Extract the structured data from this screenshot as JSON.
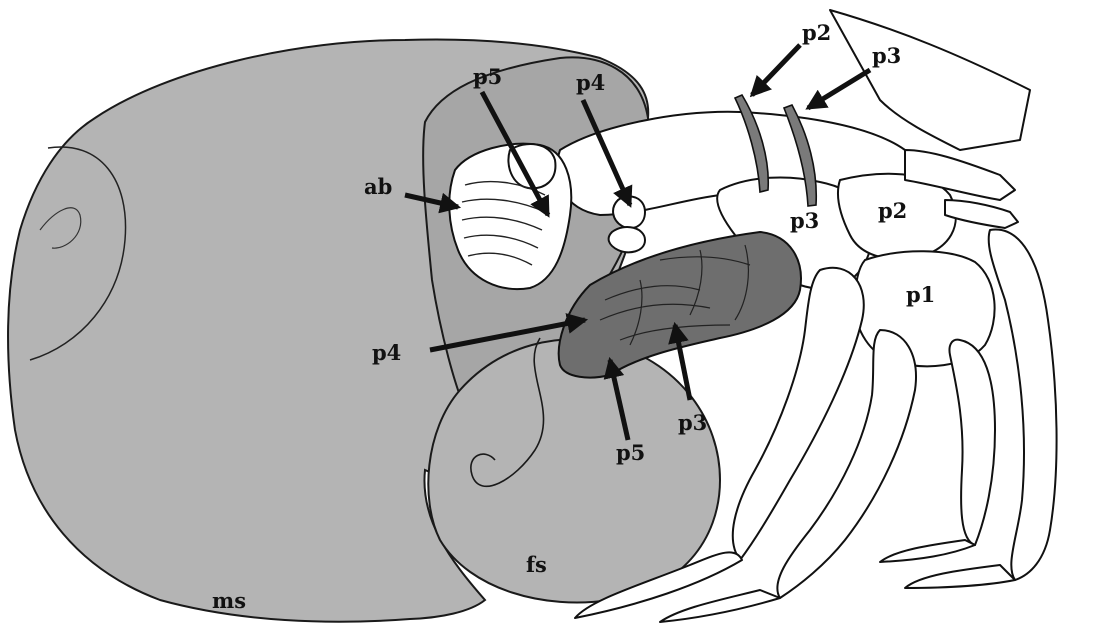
{
  "labels": {
    "ms": "ms",
    "fs": "fs",
    "ab": "ab",
    "p5_top": "p5",
    "p4_top": "p4",
    "p2_top": "p2",
    "p3_top": "p3",
    "p3_body": "p3",
    "p2_body": "p2",
    "p1_body": "p1",
    "p4_mid": "p4",
    "p5_bottom": "p5",
    "p3_bottom": "p3"
  },
  "colors": {
    "shell_fill": "#b4b4b4",
    "shell_dark_patch": "#a8a8a8",
    "dark_shell": "#6e6e6e",
    "claw_dark": "#7a7a7a",
    "line": "#111111",
    "crab_fill": "#ffffff"
  }
}
